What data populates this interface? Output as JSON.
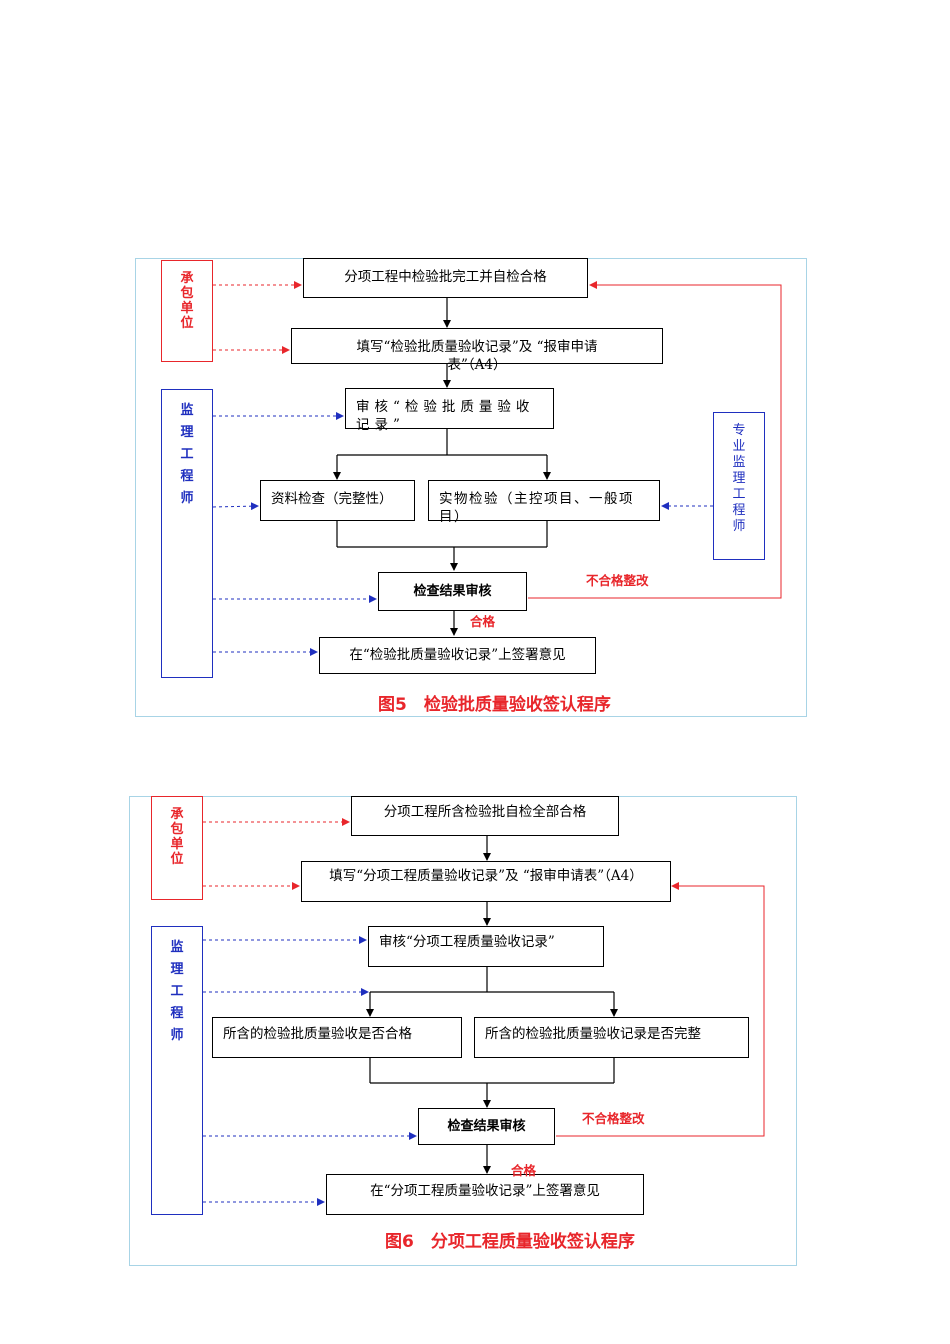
{
  "fig5": {
    "contractor_label": [
      "承",
      "包",
      "单",
      "位"
    ],
    "supervisor_label": [
      "监",
      "理",
      "工",
      "程",
      "师"
    ],
    "specialist_label": [
      "专",
      "业",
      "监",
      "理",
      "工",
      "程",
      "师"
    ],
    "step1": "分项工程中检验批完工并自检合格",
    "step2": "填写“检验批质量验收记录”及 “报审申请表”（A4）",
    "step3": "审核“检验批质量验收记录”",
    "step4a": "资料检查（完整性）",
    "step4b": "实物检验（主控项目、一般项目）",
    "step5": "检查结果审核",
    "step6": "在“检验批质量验收记录”上签署意见",
    "fail_label": "不合格整改",
    "pass_label": "合格",
    "caption": "图5　检验批质量验收签认程序"
  },
  "fig6": {
    "contractor_label": [
      "承",
      "包",
      "单",
      "位"
    ],
    "supervisor_label": [
      "监",
      "理",
      "工",
      "程",
      "师"
    ],
    "step1": "分项工程所含检验批自检全部合格",
    "step2": "填写“分项工程质量验收记录”及 “报审申请表”（A4）",
    "step3": "审核“分项工程质量验收记录”",
    "step4a": "所含的检验批质量验收是否合格",
    "step4b": "所含的检验批质量验收记录是否完整",
    "step5": "检查结果审核",
    "step6": "在“分项工程质量验收记录”上签署意见",
    "fail_label": "不合格整改",
    "pass_label": "合格",
    "caption": "图6　分项工程质量验收签认程序"
  },
  "colors": {
    "red": "#e8262b",
    "blue": "#1f2fbf",
    "frame": "#a8d4e6"
  }
}
